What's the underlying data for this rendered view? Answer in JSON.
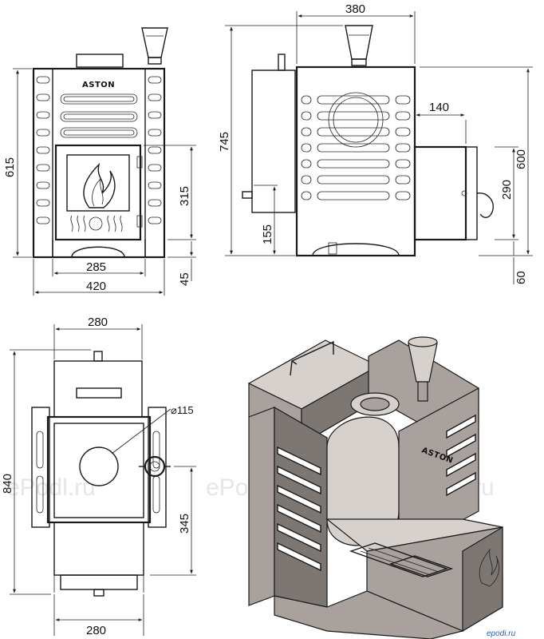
{
  "brand_logo": "ASTON",
  "watermarks": [
    "ePodl.ru",
    "ePodl.ru",
    "ePodl.ru"
  ],
  "corner_watermark": "epodi.ru",
  "front_view": {
    "overall_height": "615",
    "door_height": "315",
    "bottom_clearance": "45",
    "inner_width": "285",
    "overall_width": "420"
  },
  "side_view": {
    "top_width": "380",
    "total_height": "745",
    "firebox_offset": "140",
    "height_600": "600",
    "height_290": "290",
    "height_155": "155",
    "height_60": "60"
  },
  "top_view": {
    "top_width": "280",
    "flue_diameter": "⌀115",
    "depth": "840",
    "flue_offset": "345",
    "bottom_width": "280"
  }
}
